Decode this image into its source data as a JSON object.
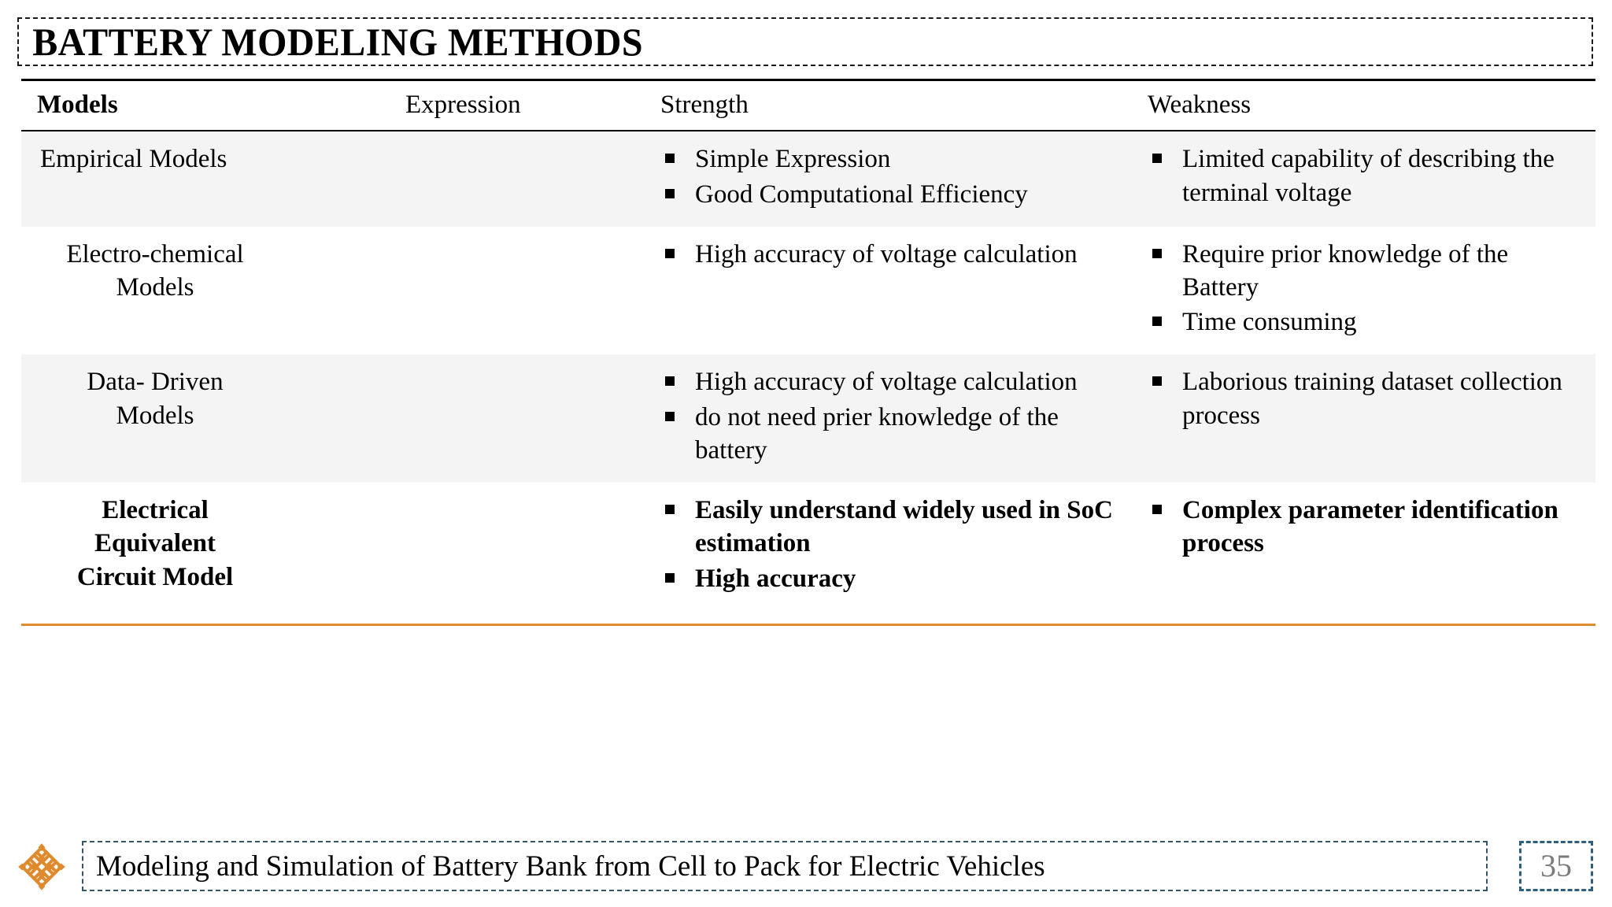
{
  "slide": {
    "title": "BATTERY MODELING METHODS",
    "accent_color": "#E08A2E",
    "shaded_row_color": "#F4F4F4",
    "footer_border_color": "#35556B",
    "page_number_color": "#7B7B7B"
  },
  "table": {
    "headers": [
      {
        "label": "Models",
        "bold": true
      },
      {
        "label": "Expression",
        "bold": false
      },
      {
        "label": "Strength",
        "bold": false
      },
      {
        "label": "Weakness",
        "bold": false
      }
    ],
    "rows": [
      {
        "model": "Empirical Models",
        "expression": "",
        "strength": [
          "Simple Expression",
          "Good Computational Efficiency"
        ],
        "weakness": [
          "Limited capability of describing the terminal voltage"
        ]
      },
      {
        "model": "Electro-chemical\nModels",
        "expression": "",
        "strength": [
          "High accuracy of  voltage calculation"
        ],
        "weakness": [
          "Require prior knowledge of the Battery",
          "Time consuming"
        ]
      },
      {
        "model": "Data- Driven\nModels",
        "expression": "",
        "strength": [
          "High accuracy of  voltage calculation",
          "do not need prier knowledge of the battery"
        ],
        "weakness": [
          "Laborious training dataset collection process"
        ]
      },
      {
        "model": "Electrical\nEquivalent\nCircuit Model",
        "expression": "",
        "strength": [
          "Easily understand widely used in SoC estimation",
          "High accuracy"
        ],
        "weakness": [
          "Complex parameter identification process"
        ]
      }
    ]
  },
  "footer": {
    "logo_name": "endless-knot-logo",
    "title": "Modeling and Simulation of Battery Bank from Cell to Pack for Electric Vehicles",
    "page_number": "35"
  }
}
